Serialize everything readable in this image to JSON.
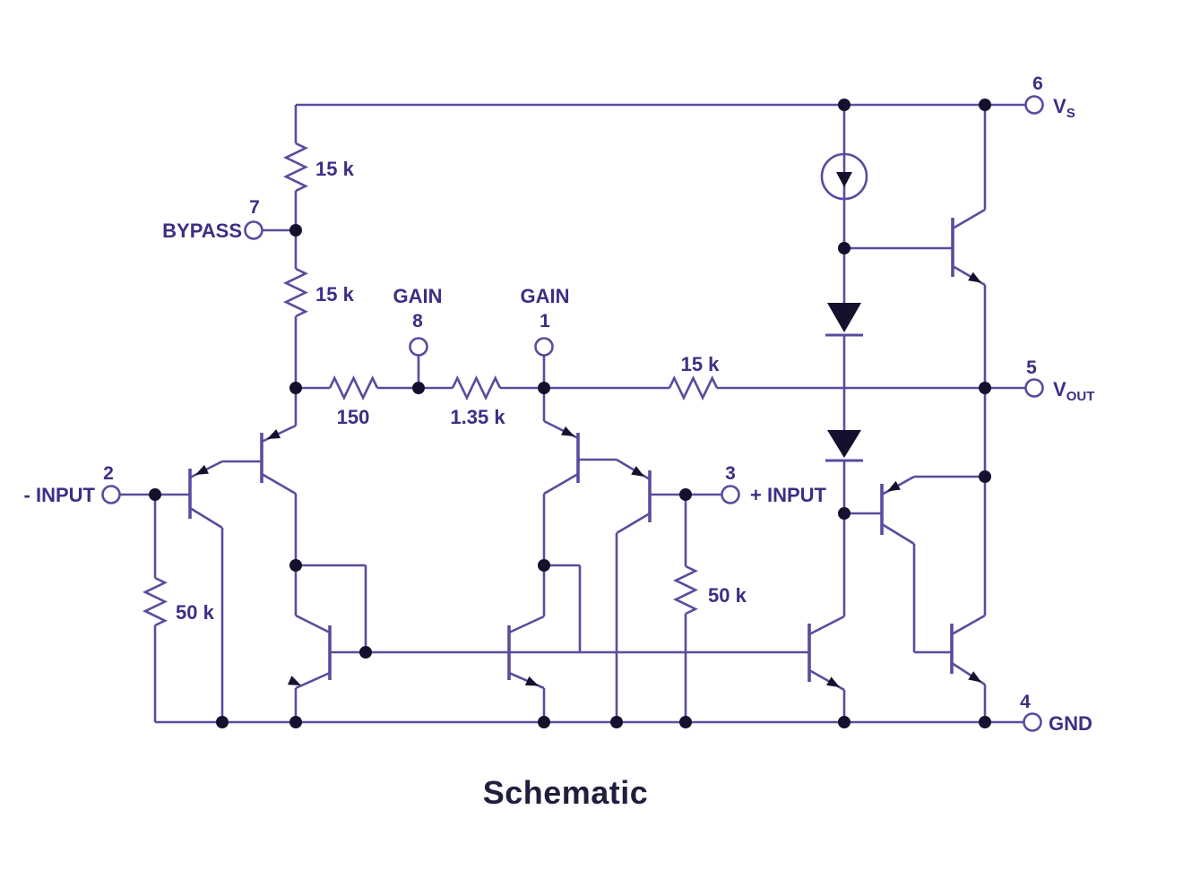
{
  "title": "Schematic",
  "colors": {
    "bg": "#ffffff",
    "wire": "#5b4b9e",
    "text": "#3d2e85",
    "title": "#1f1f3d",
    "ink": "#16102e"
  },
  "pins": {
    "vs": {
      "number": "6",
      "label": "V",
      "sub": "S"
    },
    "vout": {
      "number": "5",
      "label": "V",
      "sub": "OUT"
    },
    "gnd": {
      "number": "4",
      "label": "GND"
    },
    "bypass": {
      "number": "7",
      "label": "BYPASS"
    },
    "gain8": {
      "number": "8",
      "label": "GAIN"
    },
    "gain1": {
      "number": "1",
      "label": "GAIN"
    },
    "neg_input": {
      "number": "2",
      "label": "- INPUT"
    },
    "pos_input": {
      "number": "3",
      "label": "+ INPUT"
    }
  },
  "resistors": {
    "r_top_15k": "15 k",
    "r_bypass_15k": "15 k",
    "r_150": "150",
    "r_1_35k": "1.35 k",
    "r_mid_15k": "15 k",
    "r_neg_50k": "50 k",
    "r_pos_50k": "50 k"
  }
}
